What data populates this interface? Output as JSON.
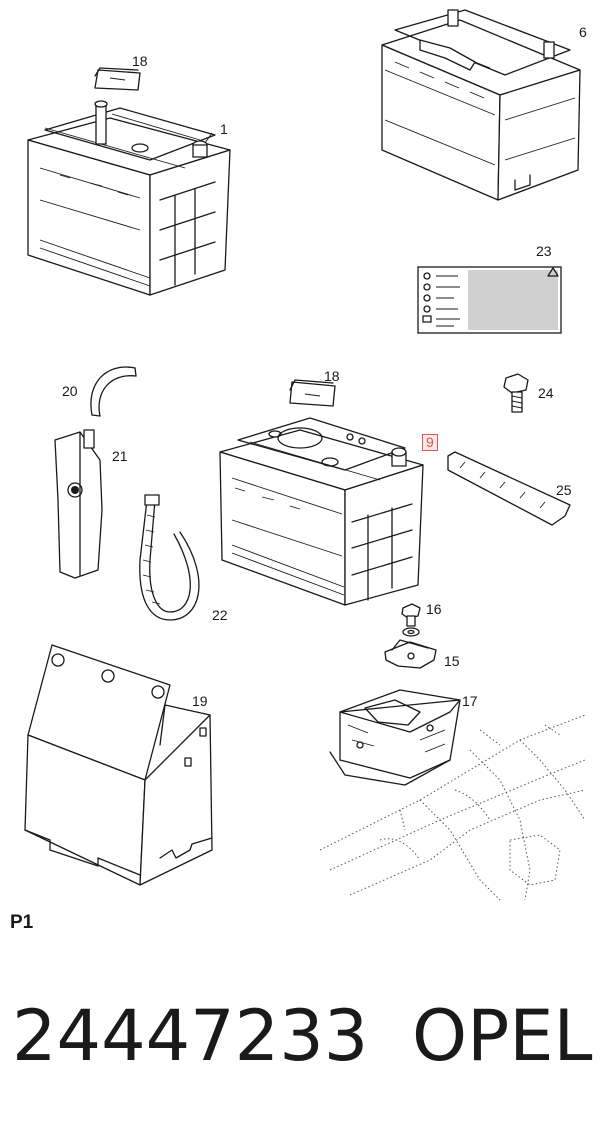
{
  "callouts": {
    "c1": "1",
    "c6": "6",
    "c9": "9",
    "c15": "15",
    "c16": "16",
    "c17": "17",
    "c18a": "18",
    "c18b": "18",
    "c19": "19",
    "c20": "20",
    "c21": "21",
    "c22": "22",
    "c23": "23",
    "c24": "24",
    "c25": "25"
  },
  "highlighted_callout": "9",
  "highlight_color": "#e05555",
  "page_code": "P1",
  "part_number": "24447233",
  "brand": "OPEL"
}
